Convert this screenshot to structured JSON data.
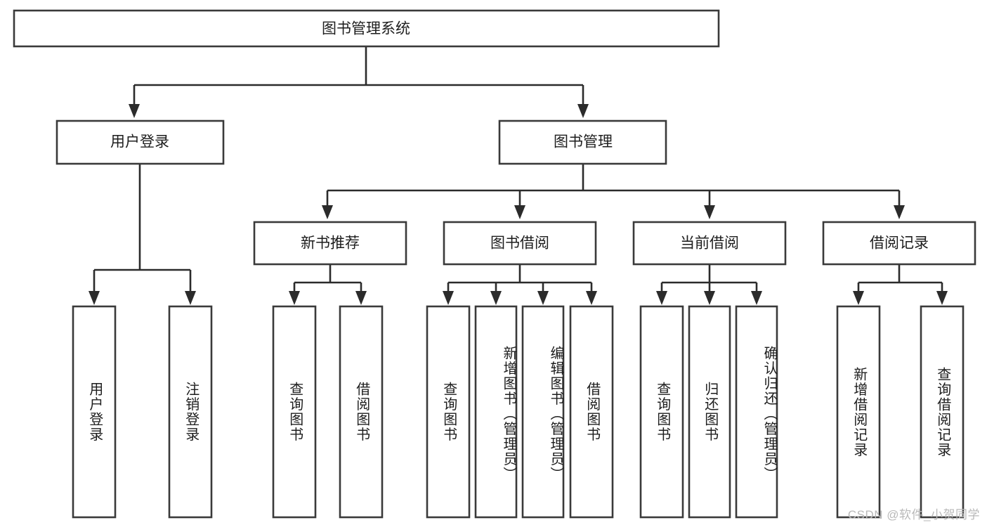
{
  "diagram": {
    "title": "图书管理系统",
    "type": "hierarchy-tree",
    "root": {
      "id": "root",
      "label": "图书管理系统",
      "orientation": "horizontal"
    },
    "level2": [
      {
        "id": "user-login",
        "label": "用户登录",
        "orientation": "horizontal"
      },
      {
        "id": "book-management",
        "label": "图书管理",
        "orientation": "horizontal"
      }
    ],
    "level3": [
      {
        "id": "new-book-recommend",
        "label": "新书推荐",
        "orientation": "horizontal",
        "parent": "book-management"
      },
      {
        "id": "book-borrow",
        "label": "图书借阅",
        "orientation": "horizontal",
        "parent": "book-management"
      },
      {
        "id": "current-borrow",
        "label": "当前借阅",
        "orientation": "horizontal",
        "parent": "book-management"
      },
      {
        "id": "borrow-record",
        "label": "借阅记录",
        "orientation": "horizontal",
        "parent": "book-management"
      }
    ],
    "leaves": [
      {
        "id": "leaf-user-login",
        "label": "用户登录",
        "parent": "user-login",
        "orientation": "vertical"
      },
      {
        "id": "leaf-logout-login",
        "label": "注销登录",
        "parent": "user-login",
        "orientation": "vertical"
      },
      {
        "id": "leaf-query-book-1",
        "label": "查询图书",
        "parent": "new-book-recommend",
        "orientation": "vertical"
      },
      {
        "id": "leaf-borrow-book-1",
        "label": "借阅图书",
        "parent": "new-book-recommend",
        "orientation": "vertical"
      },
      {
        "id": "leaf-query-book-2",
        "label": "查询图书",
        "parent": "book-borrow",
        "orientation": "vertical"
      },
      {
        "id": "leaf-add-book",
        "label": "新增图书（管理员）",
        "parent": "book-borrow",
        "orientation": "vertical"
      },
      {
        "id": "leaf-edit-book",
        "label": "编辑图书（管理员）",
        "parent": "book-borrow",
        "orientation": "vertical"
      },
      {
        "id": "leaf-borrow-book-2",
        "label": "借阅图书",
        "parent": "book-borrow",
        "orientation": "vertical"
      },
      {
        "id": "leaf-query-book-3",
        "label": "查询图书",
        "parent": "current-borrow",
        "orientation": "vertical"
      },
      {
        "id": "leaf-return-book",
        "label": "归还图书",
        "parent": "current-borrow",
        "orientation": "vertical"
      },
      {
        "id": "leaf-confirm-return",
        "label": "确认归还（管理员）",
        "parent": "current-borrow",
        "orientation": "vertical"
      },
      {
        "id": "leaf-add-borrow-record",
        "label": "新增借阅记录",
        "parent": "borrow-record",
        "orientation": "vertical"
      },
      {
        "id": "leaf-query-borrow-record",
        "label": "查询借阅记录",
        "parent": "borrow-record",
        "orientation": "vertical"
      }
    ],
    "colors": {
      "box_stroke": "#3a3a3a",
      "connector": "#2b2b2b",
      "background": "#ffffff",
      "text": "#1d1d1d",
      "watermark": "#b9b9b9"
    }
  },
  "watermark": {
    "text": "CSDN @软件_小贺同学"
  }
}
